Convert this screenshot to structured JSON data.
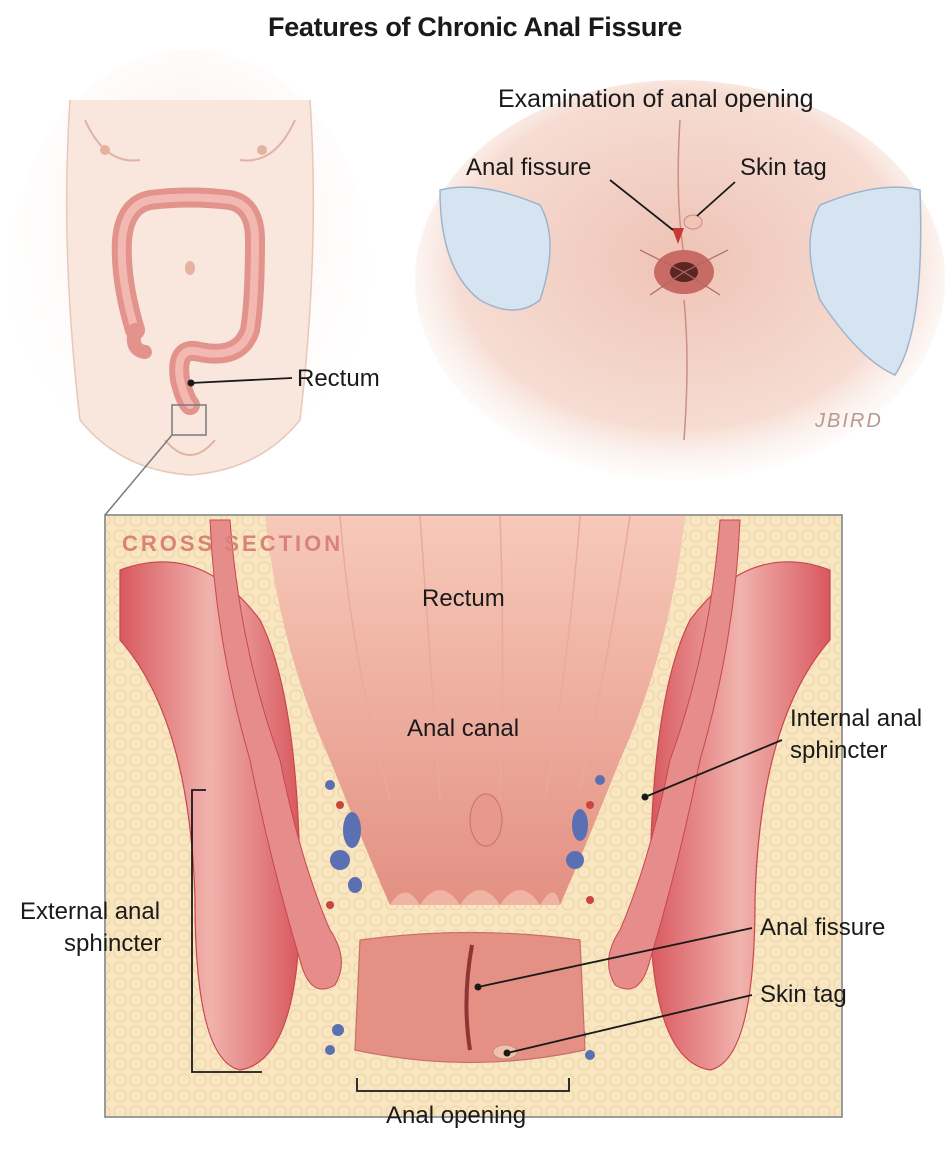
{
  "title": "Features of Chronic Anal Fissure",
  "body_panel": {
    "rectum_label": "Rectum"
  },
  "exam_panel": {
    "heading": "Examination of anal opening",
    "fissure_label": "Anal fissure",
    "skin_tag_label": "Skin tag",
    "artist_signature": "JBIRD"
  },
  "cross_section": {
    "heading": "CROSS SECTION",
    "rectum_label": "Rectum",
    "anal_canal_label": "Anal canal",
    "internal_sphincter_line1": "Internal anal",
    "internal_sphincter_line2": "sphincter",
    "external_sphincter_line1": "External anal",
    "external_sphincter_line2": "sphincter",
    "fissure_label": "Anal fissure",
    "skin_tag_label": "Skin tag",
    "anal_opening_label": "Anal opening"
  },
  "colors": {
    "skin": "#f6ddd2",
    "muscle": "#d9646a",
    "mucosa": "#e48a80",
    "fat": "#f4dfae",
    "vessel_blue": "#5b6fb3",
    "vessel_red": "#c9453d",
    "accent": "#d9827a"
  }
}
